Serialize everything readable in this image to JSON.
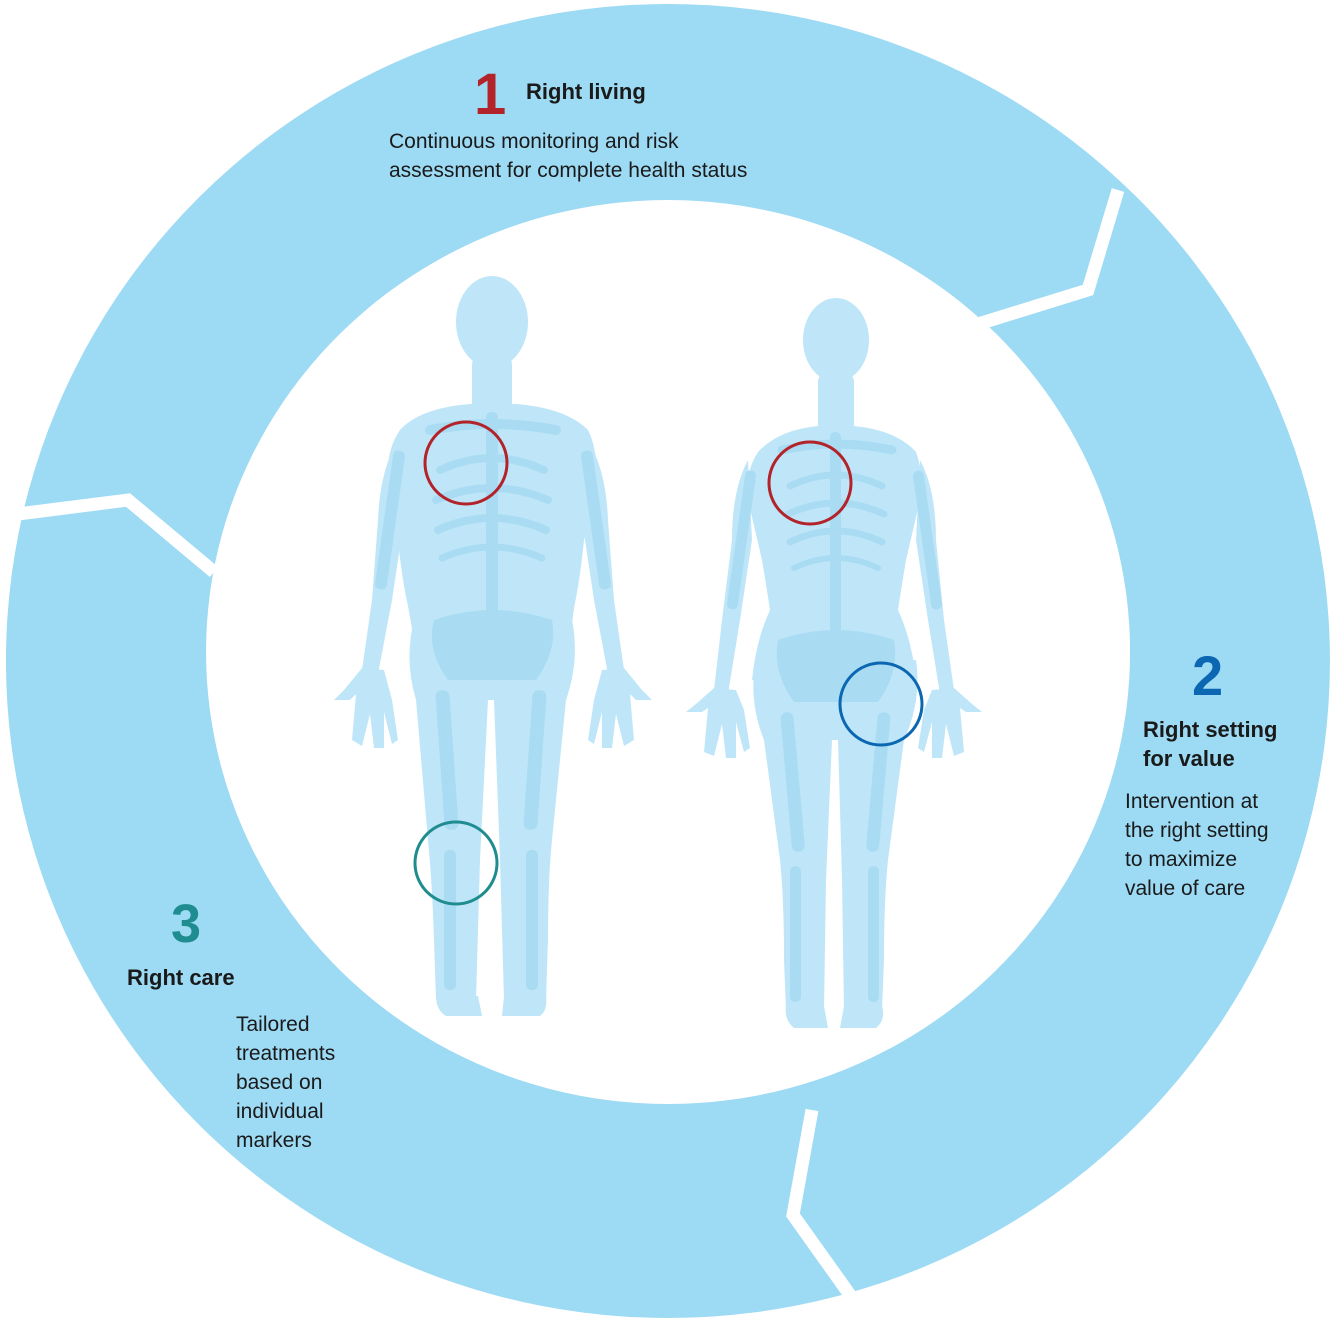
{
  "colors": {
    "ring": "#9ddaf4",
    "gap": "#ffffff",
    "body_fill": "#bfe6f8",
    "bone": "#a9dcf3",
    "red": "#b3232a",
    "blue": "#0b67b2",
    "teal": "#1f8c8f"
  },
  "stages": [
    {
      "number": "1",
      "heading": [
        "Right living"
      ],
      "description": [
        "Continuous monitoring and risk",
        "assessment for complete health status"
      ]
    },
    {
      "number": "2",
      "heading": [
        "Right setting",
        "for value"
      ],
      "description": [
        "Intervention at",
        "the right setting",
        "to maximize",
        "value of care"
      ]
    },
    {
      "number": "3",
      "heading": [
        "Right care"
      ],
      "description": [
        "Tailored",
        "treatments",
        "based on",
        "individual",
        "markers"
      ]
    }
  ]
}
